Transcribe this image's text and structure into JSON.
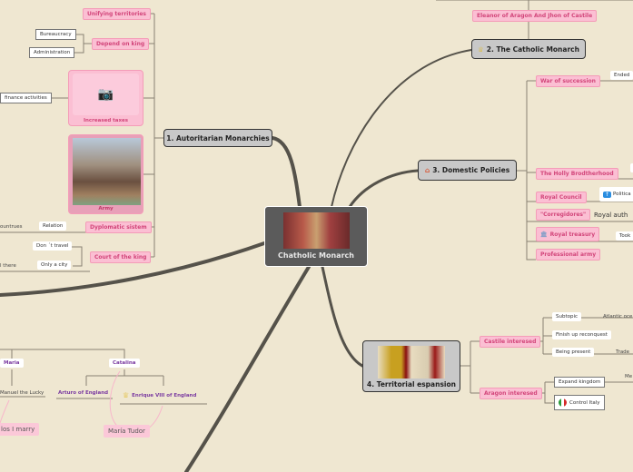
{
  "central": {
    "title": "Chatholic Monarch",
    "image": "catholic-monarchs-painting"
  },
  "topics": {
    "t1": {
      "title": "1. Autoritarian Monarchies",
      "children": {
        "unifying": "Unifying territories",
        "depend": "Depend on king",
        "bureaucracy": "Bureaucracy",
        "administration": "Administration",
        "taxes": "Increased taxes",
        "finance": "finance activities",
        "army": "Army",
        "dyplomatic": "Dyplomatic sistem",
        "relation": "Relation",
        "countries": "ountrues",
        "court": "Court of the king",
        "dont_travel": "Don ´t travel",
        "only_city": "Only a city",
        "there": "l there"
      }
    },
    "t2": {
      "title": "2. The Catholic Monarch",
      "icon": "crown-icon",
      "parents": "Eleanor of Aragon And Jhon of Castile"
    },
    "t3": {
      "title": "3. Domestic Policies",
      "icon": "house-icon",
      "children": {
        "war": "War of succession",
        "ended": "Ended",
        "holly": "The Holly Brodtherhood",
        "council": "Royal Council",
        "politica": "Politica",
        "corregidores": "\"Corregidores\"",
        "royal_auth": "Royal auth",
        "treasury": "Royal treasury",
        "took": "Took",
        "army": "Professional army"
      }
    },
    "t4": {
      "title": "4. Territorial espansion",
      "children": {
        "castile": "Castile interesed",
        "subtopic": "Subtopic",
        "atlantic": "Atlantic oce",
        "finish": "Finish up reconquest",
        "being": "Being present",
        "trade": "Trade",
        "aragon": "Aragon interesed",
        "expand": "Expand kingdom",
        "me": "Me",
        "italy": "Control Italy"
      }
    }
  },
  "family": {
    "maria": "Maria",
    "catalina": "Catalina",
    "manuel": "Manuel the Lucky",
    "arturo": "Arturo of England",
    "enrique": "Enrique VIII of England",
    "marry": "los I marry",
    "tudor": "María Tudor"
  }
}
